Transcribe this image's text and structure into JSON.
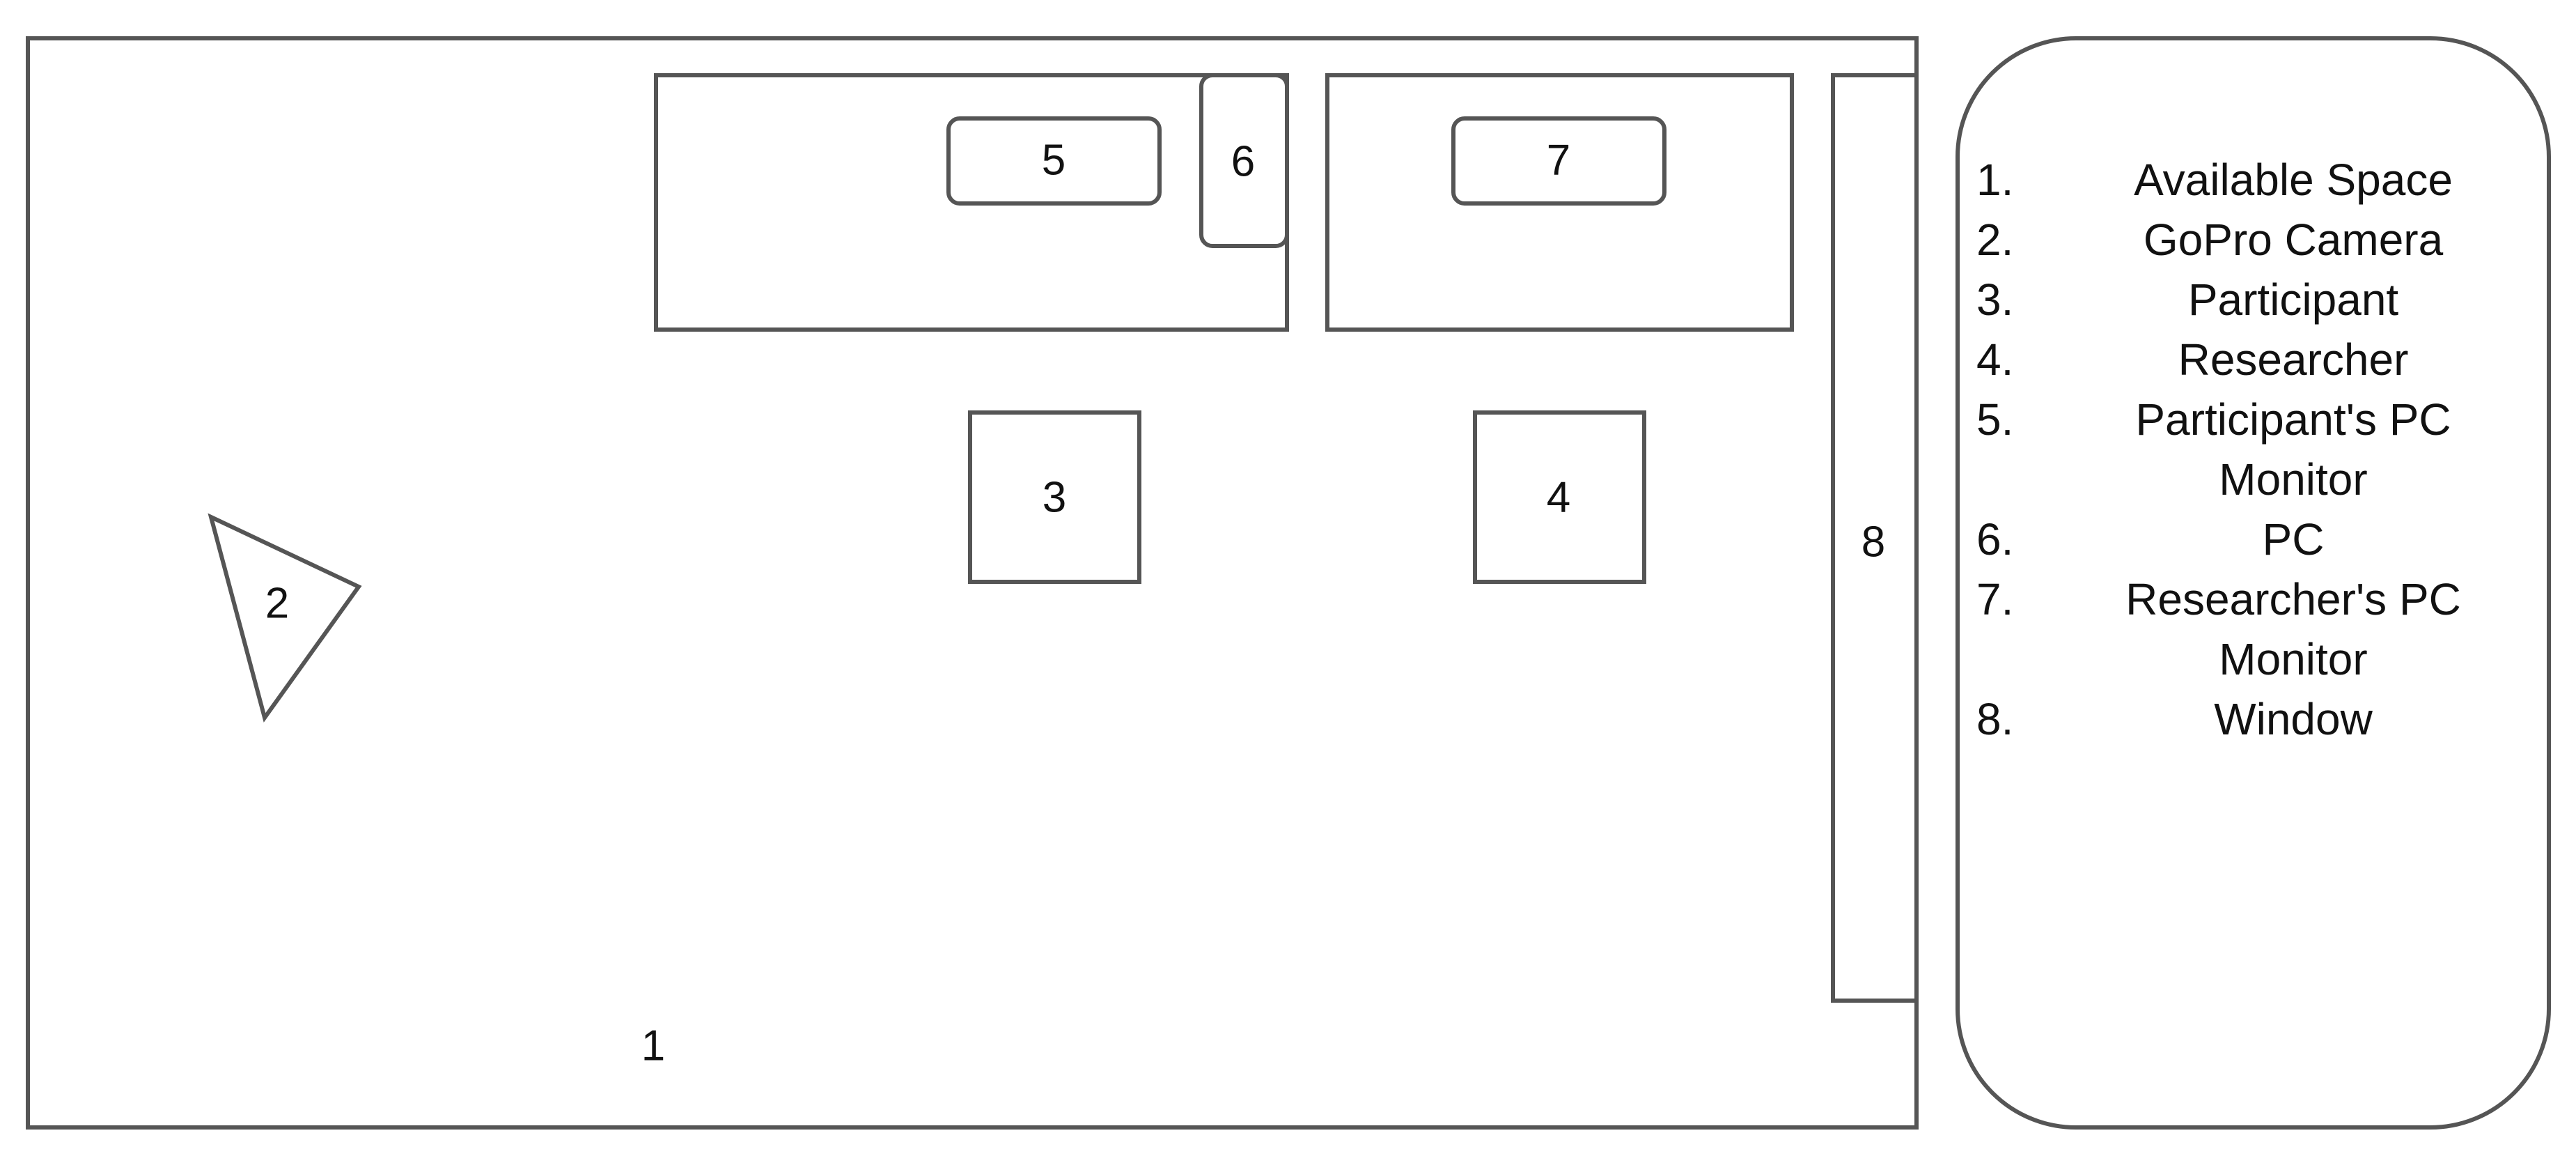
{
  "diagram": {
    "room_label": "1",
    "camera_label": "2",
    "participant_label": "3",
    "researcher_label": "4",
    "participant_monitor_label": "5",
    "pc_label": "6",
    "researcher_monitor_label": "7",
    "window_label": "8"
  },
  "legend": {
    "items": [
      {
        "num": "1.",
        "text": "Available Space"
      },
      {
        "num": "2.",
        "text": "GoPro Camera"
      },
      {
        "num": "3.",
        "text": "Participant"
      },
      {
        "num": "4.",
        "text": "Researcher"
      },
      {
        "num": "5.",
        "text": "Participant's PC Monitor"
      },
      {
        "num": "6.",
        "text": "PC"
      },
      {
        "num": "7.",
        "text": "Researcher's PC Monitor"
      },
      {
        "num": "8.",
        "text": "Window"
      }
    ]
  },
  "colors": {
    "stroke": "#555555",
    "text": "#111111",
    "background": "#ffffff"
  }
}
